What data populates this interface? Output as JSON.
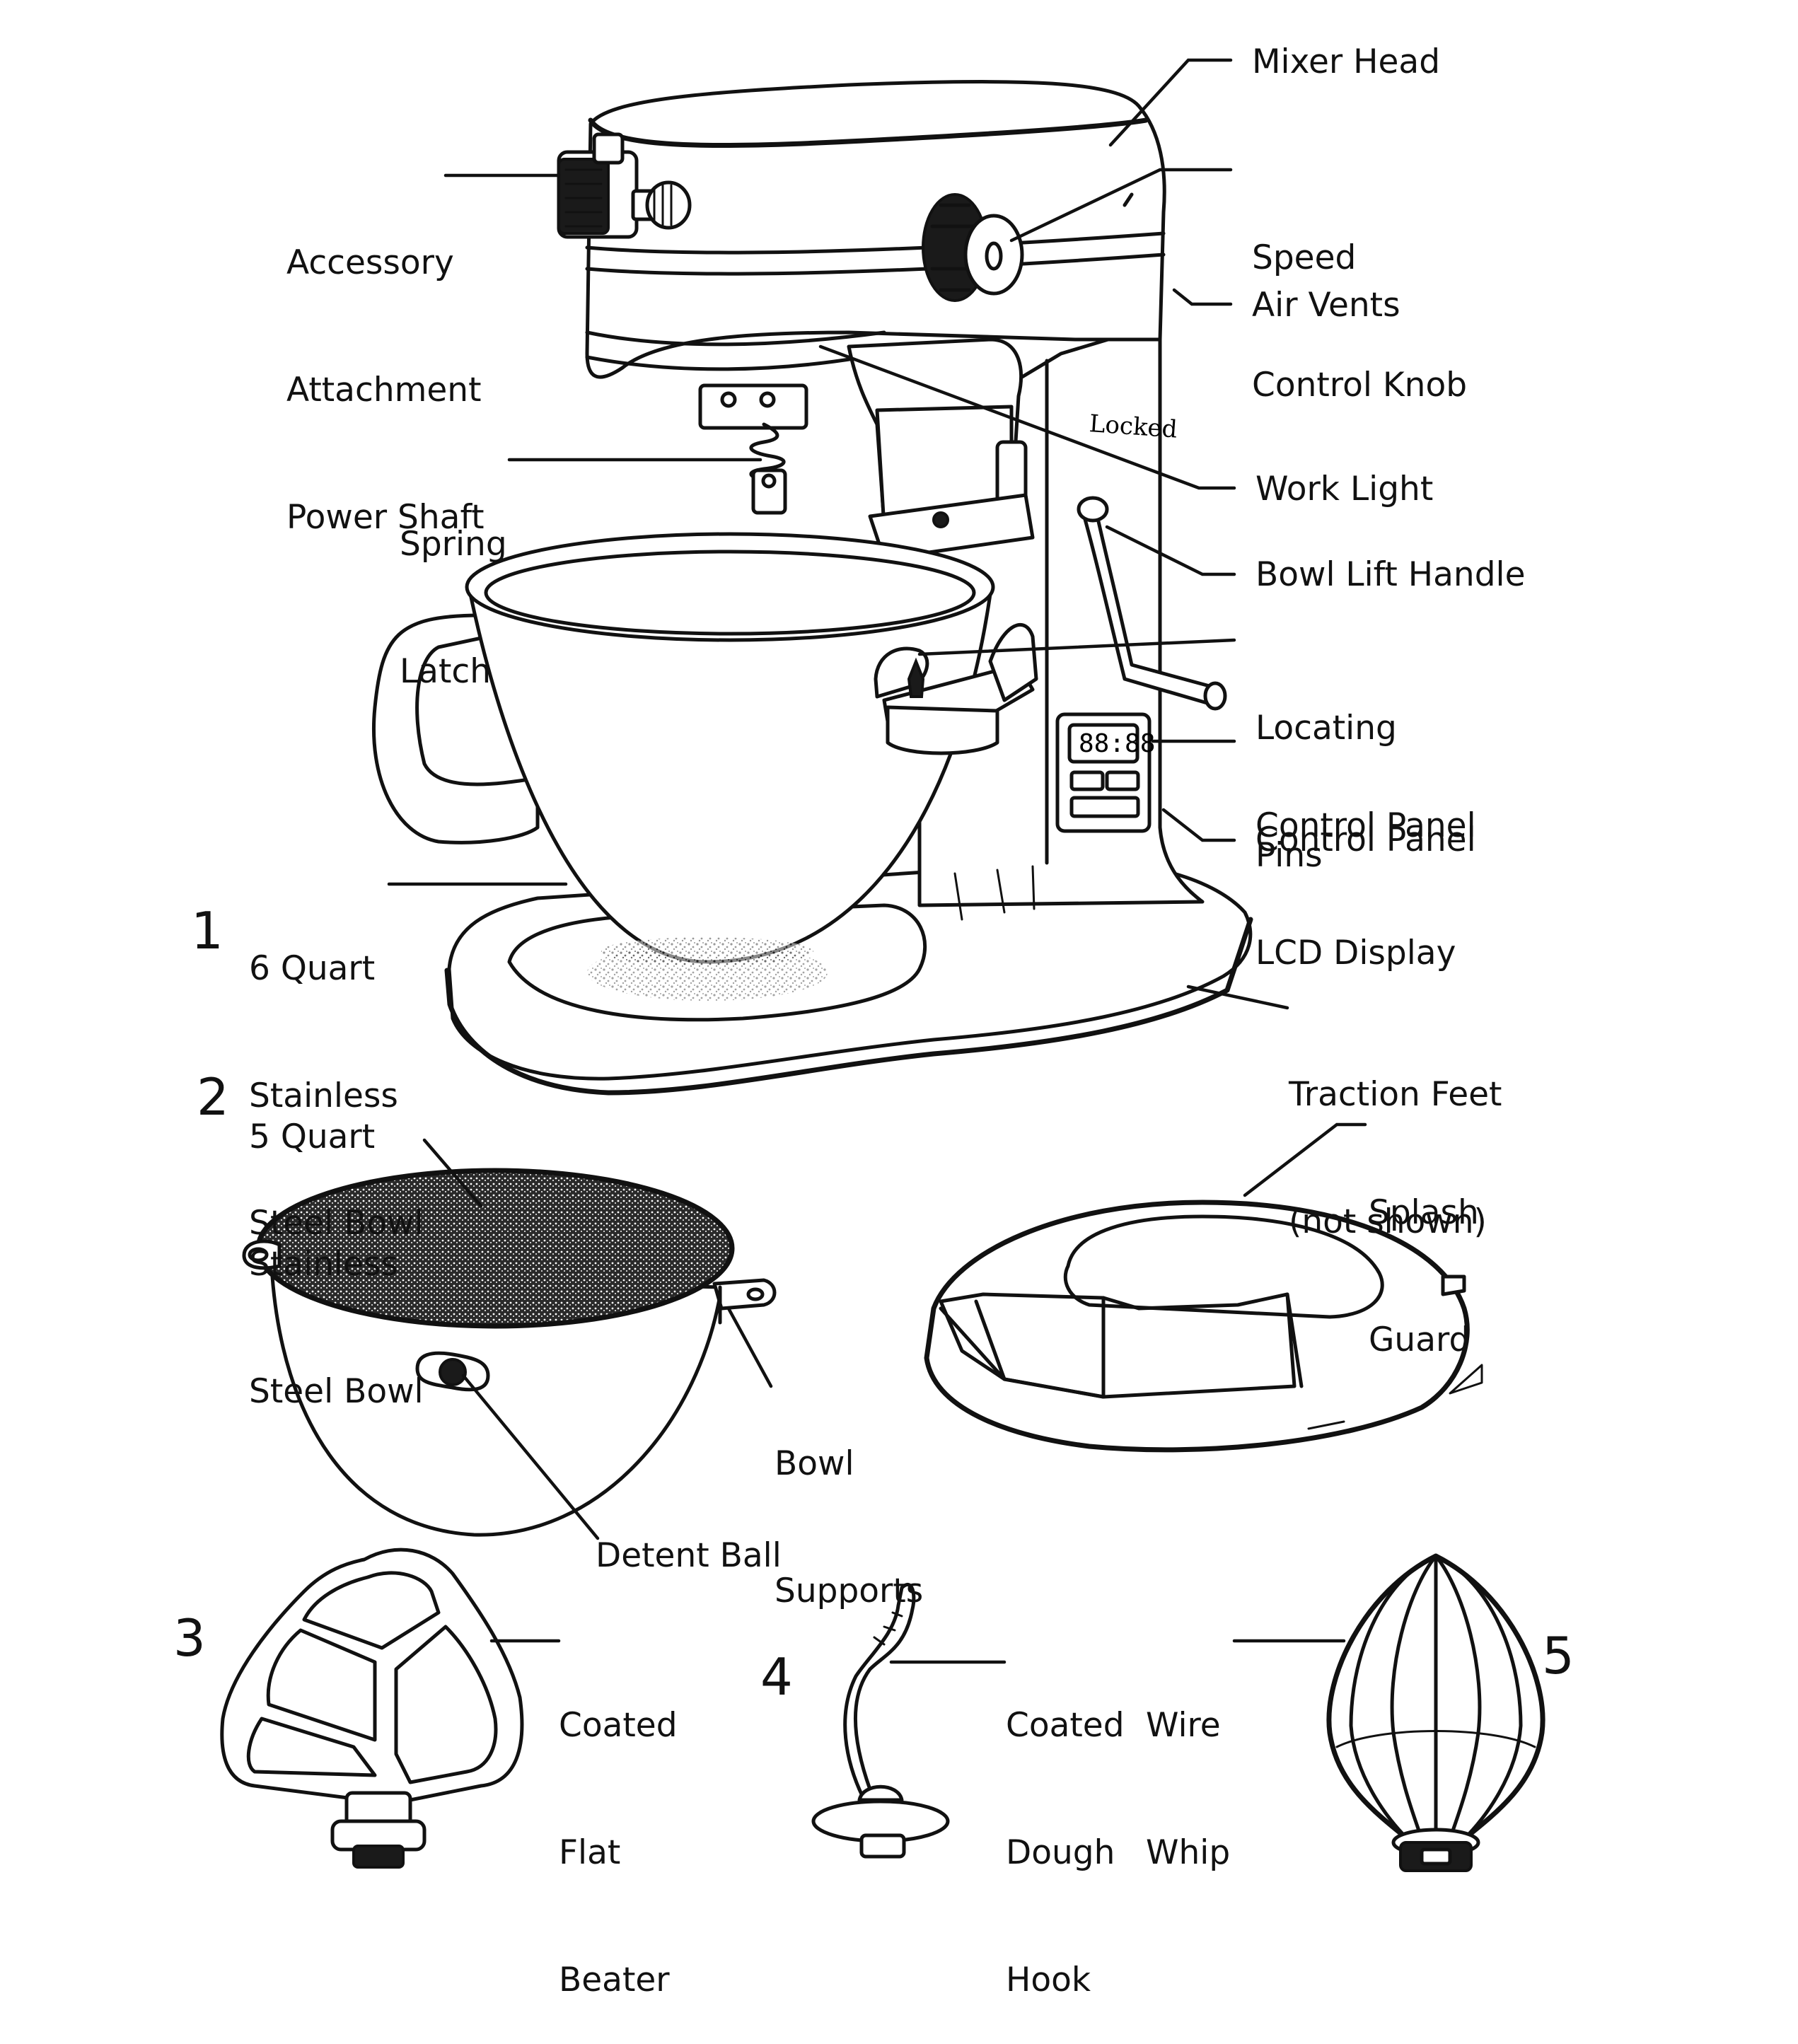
{
  "labels": {
    "mixer_head": "Mixer Head",
    "speed_control_knob": [
      "Speed",
      "Control Knob"
    ],
    "air_vents": "Air Vents",
    "accessory_power_shaft": [
      "Accessory",
      "Attachment",
      "Power Shaft"
    ],
    "spring_latch": [
      "Spring",
      "Latch"
    ],
    "work_light": "Work Light",
    "bowl_lift_handle": "Bowl Lift Handle",
    "locating_pins": [
      "Locating",
      "Pins"
    ],
    "control_panel_lcd": [
      "Control Panel",
      "LCD Display"
    ],
    "control_panel": "Control Panel",
    "bowl_6qt": [
      "6 Quart",
      "Stainless",
      "Steel Bowl"
    ],
    "traction_feet": [
      "Traction Feet",
      "(not shown)"
    ],
    "bowl_5qt": [
      "5 Quart",
      "Stainless",
      "Steel Bowl"
    ],
    "splash_guard": [
      "Splash",
      "Guard"
    ],
    "bowl_supports": [
      "Bowl",
      "Supports"
    ],
    "detent_ball": "Detent Ball",
    "flat_beater": [
      "Coated",
      "Flat",
      "Beater"
    ],
    "dough_hook": [
      "Coated",
      "Dough",
      "Hook"
    ],
    "wire_whip": [
      "Wire",
      "Whip"
    ],
    "mixer_badge": "Locked",
    "lcd_readout": "88:88"
  },
  "numbers": {
    "bowl_6qt": "1",
    "bowl_5qt": "2",
    "flat_beater": "3",
    "dough_hook": "4",
    "wire_whip": "5"
  }
}
